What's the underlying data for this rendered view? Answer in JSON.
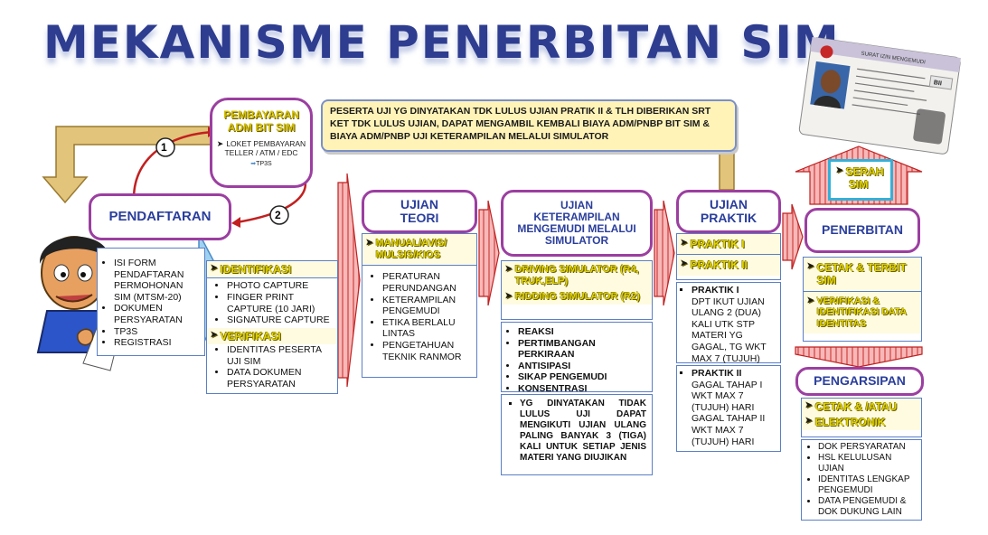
{
  "title": "MEKANISME PENERBITAN SIM",
  "note": "PESERTA UJI YG DINYATAKAN TDK LULUS UJIAN PRATIK II & TLH DIBERIKAN SRT KET TDK LULUS UJIAN, DAPAT MENGAMBIL KEMBALI BIAYA ADM/PNBP BIT SIM & BIAYA ADM/PNBP UJI KETERAMPILAN MELALUI SIMULATOR",
  "payment": {
    "title_line1": "PEMBAYARAN",
    "title_line2": "ADM BIT SIM",
    "detail": "LOKET PEMBAYARAN TELLER / ATM / EDC",
    "tag": "TP3S"
  },
  "step_labels": {
    "one": "1",
    "two": "2"
  },
  "pendaftaran": {
    "title": "PENDAFTARAN",
    "items": [
      "ISI FORM PENDAFTARAN PERMOHONAN SIM (MTSM-20)",
      "DOKUMEN PERSYARATAN",
      "TP3S",
      "REGISTRASI"
    ]
  },
  "identifikasi": {
    "heading": "IDENTIFIKASI",
    "items": [
      "PHOTO CAPTURE",
      "FINGER PRINT CAPTURE (10 JARI)",
      "SIGNATURE CAPTURE"
    ],
    "heading2": "VERIFIKASI",
    "items2": [
      "IDENTITAS PESERTA UJI SIM",
      "DATA DOKUMEN PERSYARATAN"
    ]
  },
  "teori": {
    "title_line1": "UJIAN",
    "title_line2": "TEORI",
    "option": "MANUAL/AVIS/ MULSIS/KIOS",
    "items": [
      "PERATURAN PERUNDANGAN",
      "KETERAMPILAN PENGEMUDI",
      "ETIKA BERLALU LINTAS",
      "PENGETAHUAN TEKNIK RANMOR"
    ]
  },
  "simulator": {
    "title_line1": "UJIAN",
    "title_line2": "KETERAMPILAN",
    "title_line3": "MENGEMUDI MELALUI",
    "title_line4": "SIMULATOR",
    "option1": "DRIVING SIMULATOR (R4, TRUK,ELP)",
    "option2": "RIDDING SIMULATOR (R2)",
    "items": [
      "REAKSI",
      "PERTIMBANGAN PERKIRAAN",
      "ANTISIPASI",
      "SIKAP PENGEMUDI",
      "KONSENTRASI"
    ],
    "note": "YG DINYATAKAN TIDAK LULUS UJI DAPAT MENGIKUTI UJIAN ULANG PALING BANYAK 3 (TIGA) KALI UNTUK SETIAP JENIS MATERI YANG DIUJIKAN"
  },
  "praktik": {
    "title_line1": "UJIAN",
    "title_line2": "PRAKTIK",
    "option1": "PRAKTIK I",
    "option2": "PRAKTIK II",
    "p1_head": "PRAKTIK I",
    "p1_text": "DPT IKUT UJIAN ULANG 2 (DUA) KALI UTK STP MATERI YG GAGAL, TG WKT MAX 7 (TUJUH)",
    "p2_head": "PRAKTIK II",
    "p2_text": "GAGAL TAHAP I WKT MAX 7 (TUJUH) HARI GAGAL TAHAP II WKT MAX 7 (TUJUH) HARI"
  },
  "serah": {
    "line1": "SERAH",
    "line2": "SIM"
  },
  "penerbitan": {
    "title": "PENERBITAN",
    "option1": "CETAK & TERBIT SIM",
    "option2": "VERIFIKASI & IDENTIFIKASI DATA IDENTITAS"
  },
  "pengarsipan": {
    "title": "PENGARSIPAN",
    "option1": "CETAK & /ATAU",
    "option2": "ELEKTRONIK",
    "items": [
      "DOK PERSYARATAN",
      "HSL KELULUSAN UJIAN",
      "IDENTITAS LENGKAP PENGEMUDI",
      "DATA PENGEMUDI & DOK DUKUNG LAIN"
    ]
  },
  "license_card": {
    "header": "SURAT IZIN MENGEMUDI",
    "code": "BII"
  },
  "colors": {
    "title": "#2e3d8f",
    "pill_border": "#9b3fa0",
    "pill_text": "#2a3e9c",
    "arrow_fill": "#f6a5a5",
    "arrow_stroke": "#d03030",
    "tan": "#e2c47a",
    "note_bg": "#fff3b8"
  }
}
